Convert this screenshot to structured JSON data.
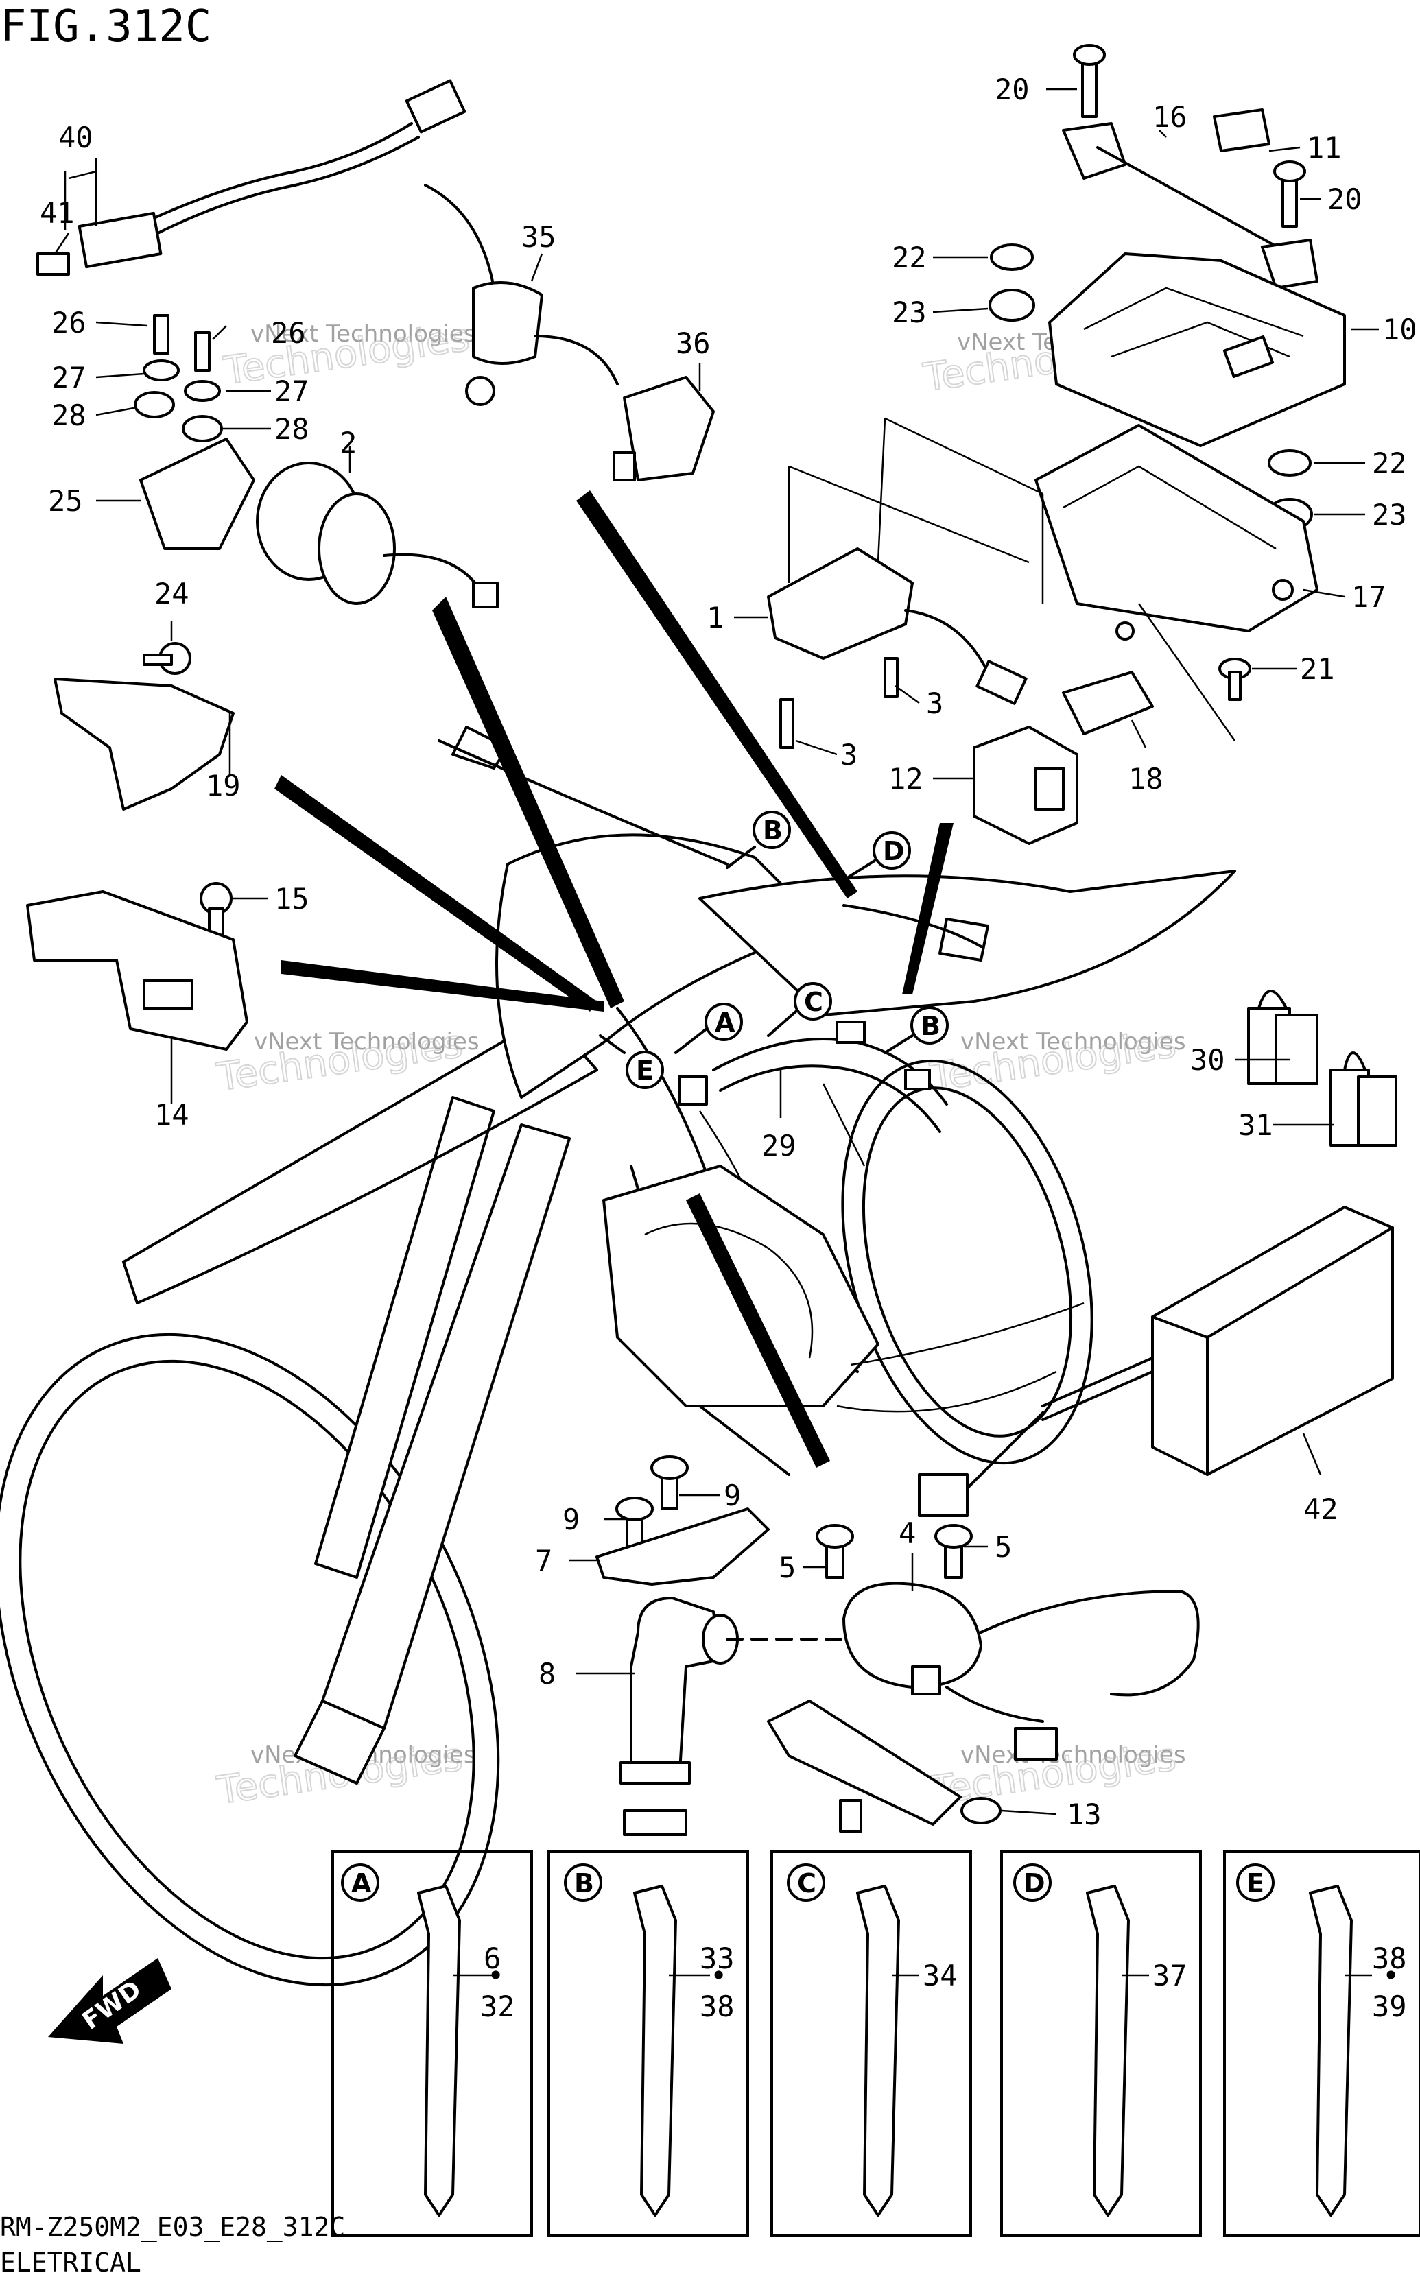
{
  "header": {
    "title": "FIG.312C"
  },
  "footer": {
    "code": "RM-Z250M2_E03_E28_312C",
    "section": "ELETRICAL"
  },
  "watermark": {
    "company": "vNext Technologies",
    "big": "Technologies",
    "small": "vNext"
  },
  "direction": {
    "label": "FWD"
  },
  "callouts": {
    "a": "A",
    "b": "B",
    "c": "C",
    "d": "D",
    "e": "E"
  },
  "parts": {
    "p1": "1",
    "p2": "2",
    "p3": "3",
    "p4": "4",
    "p5": "5",
    "p6": "6",
    "p7": "7",
    "p8": "8",
    "p9": "9",
    "p10": "10",
    "p11": "11",
    "p12": "12",
    "p13": "13",
    "p14": "14",
    "p15": "15",
    "p16": "16",
    "p17": "17",
    "p18": "18",
    "p19": "19",
    "p20": "20",
    "p21": "21",
    "p22": "22",
    "p23": "23",
    "p24": "24",
    "p25": "25",
    "p26": "26",
    "p27": "27",
    "p28": "28",
    "p29": "29",
    "p30": "30",
    "p31": "31",
    "p32": "32",
    "p33": "33",
    "p34": "34",
    "p35": "35",
    "p36": "36",
    "p37": "37",
    "p38": "38",
    "p39": "39",
    "p40": "40",
    "p41": "41",
    "p42": "42",
    "dot": "•"
  }
}
